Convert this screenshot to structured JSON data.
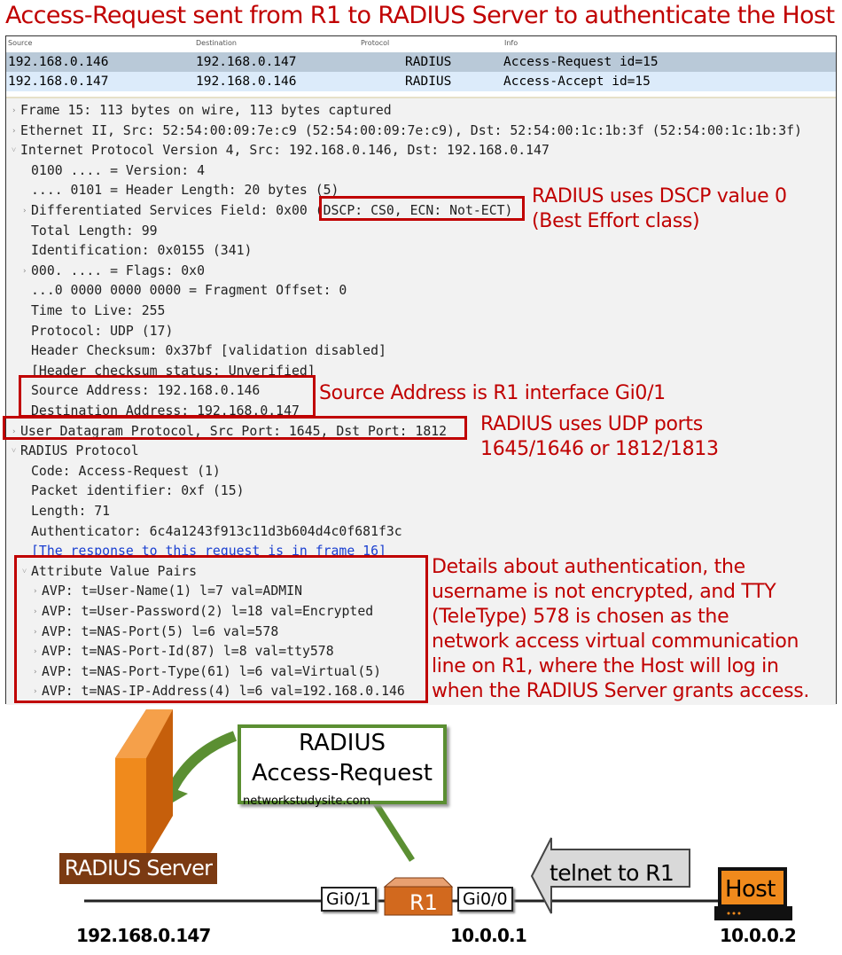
{
  "title": "Access-Request sent from R1 to RADIUS Server to authenticate the Host",
  "packet_list": {
    "headers": [
      "Source",
      "Destination",
      "Protocol",
      "Info"
    ],
    "rows": [
      [
        "192.168.0.146",
        "192.168.0.147",
        "RADIUS",
        "Access-Request id=15"
      ],
      [
        "192.168.0.147",
        "192.168.0.146",
        "RADIUS",
        "Access-Accept id=15"
      ]
    ]
  },
  "tree": [
    {
      "text": "Frame 15: 113 bytes on wire, 113 bytes captured",
      "level": 0,
      "arrow": "collapsed"
    },
    {
      "text": "Ethernet II, Src: 52:54:00:09:7e:c9 (52:54:00:09:7e:c9), Dst: 52:54:00:1c:1b:3f (52:54:00:1c:1b:3f)",
      "level": 0,
      "arrow": "collapsed"
    },
    {
      "text": "Internet Protocol Version 4, Src: 192.168.0.146, Dst: 192.168.0.147",
      "level": 0,
      "arrow": "expanded"
    },
    {
      "text": "0100 .... = Version: 4",
      "level": 1
    },
    {
      "text": ".... 0101 = Header Length: 20 bytes (5)",
      "level": 1
    },
    {
      "text": "Differentiated Services Field: 0x00 (DSCP: CS0, ECN: Not-ECT)",
      "level": 1,
      "arrow": "collapsed"
    },
    {
      "text": "Total Length: 99",
      "level": 1
    },
    {
      "text": "Identification: 0x0155 (341)",
      "level": 1
    },
    {
      "text": "000. .... = Flags: 0x0",
      "level": 1,
      "arrow": "collapsed"
    },
    {
      "text": "...0 0000 0000 0000 = Fragment Offset: 0",
      "level": 1
    },
    {
      "text": "Time to Live: 255",
      "level": 1
    },
    {
      "text": "Protocol: UDP (17)",
      "level": 1
    },
    {
      "text": "Header Checksum: 0x37bf [validation disabled]",
      "level": 1
    },
    {
      "text": "[Header checksum status: Unverified]",
      "level": 1
    },
    {
      "text": "Source Address: 192.168.0.146",
      "level": 1
    },
    {
      "text": "Destination Address: 192.168.0.147",
      "level": 1
    },
    {
      "text": "User Datagram Protocol, Src Port: 1645, Dst Port: 1812",
      "level": 0,
      "arrow": "collapsed"
    },
    {
      "text": "RADIUS Protocol",
      "level": 0,
      "arrow": "expanded"
    },
    {
      "text": "Code: Access-Request (1)",
      "level": 1
    },
    {
      "text": "Packet identifier: 0xf (15)",
      "level": 1
    },
    {
      "text": "Length: 71",
      "level": 1
    },
    {
      "text": "Authenticator: 6c4a1243f913c11d3b604d4c0f681f3c",
      "level": 1
    },
    {
      "text": "[The response to this request is in frame 16]",
      "level": 1,
      "link": true
    },
    {
      "text": "Attribute Value Pairs",
      "level": 1,
      "arrow": "expanded"
    },
    {
      "text": "AVP: t=User-Name(1) l=7 val=ADMIN",
      "level": 2,
      "arrow": "collapsed"
    },
    {
      "text": "AVP: t=User-Password(2) l=18 val=Encrypted",
      "level": 2,
      "arrow": "collapsed"
    },
    {
      "text": "AVP: t=NAS-Port(5) l=6 val=578",
      "level": 2,
      "arrow": "collapsed"
    },
    {
      "text": "AVP: t=NAS-Port-Id(87) l=8 val=tty578",
      "level": 2,
      "arrow": "collapsed"
    },
    {
      "text": "AVP: t=NAS-Port-Type(61) l=6 val=Virtual(5)",
      "level": 2,
      "arrow": "collapsed"
    },
    {
      "text": "AVP: t=NAS-IP-Address(4) l=6 val=192.168.0.146",
      "level": 2,
      "arrow": "collapsed"
    }
  ],
  "notes": {
    "dscp": [
      "RADIUS uses DSCP value 0",
      "(Best Effort class)"
    ],
    "source": "Source Address is R1 interface Gi0/1",
    "udp": [
      "RADIUS uses UDP ports",
      "1645/1646 or 1812/1813"
    ],
    "avp": [
      "Details about authentication, the",
      "username is not encrypted, and TTY",
      "(TeleType) 578 is chosen as the",
      "network access virtual communication",
      "line on R1, where the Host will log in",
      "when the RADIUS Server grants access."
    ]
  },
  "diagram": {
    "callout": [
      "RADIUS",
      "Access-Request"
    ],
    "watermark": "networkstudysite.com",
    "server_label": "RADIUS Server",
    "server_ip": "192.168.0.147",
    "router_label": "R1",
    "router_ip": "10.0.0.1",
    "port_left": "Gi0/1",
    "port_right": "Gi0/0",
    "telnet_label": "telnet to R1",
    "host_label": "Host",
    "host_ip": "10.0.0.2"
  },
  "colors": {
    "red": "#c00000",
    "green": "#5b8f32",
    "orange": "#e9760f",
    "brown": "#7b3a12",
    "row_selected": "#b9c9d8",
    "row_alt": "#dcebfa"
  }
}
